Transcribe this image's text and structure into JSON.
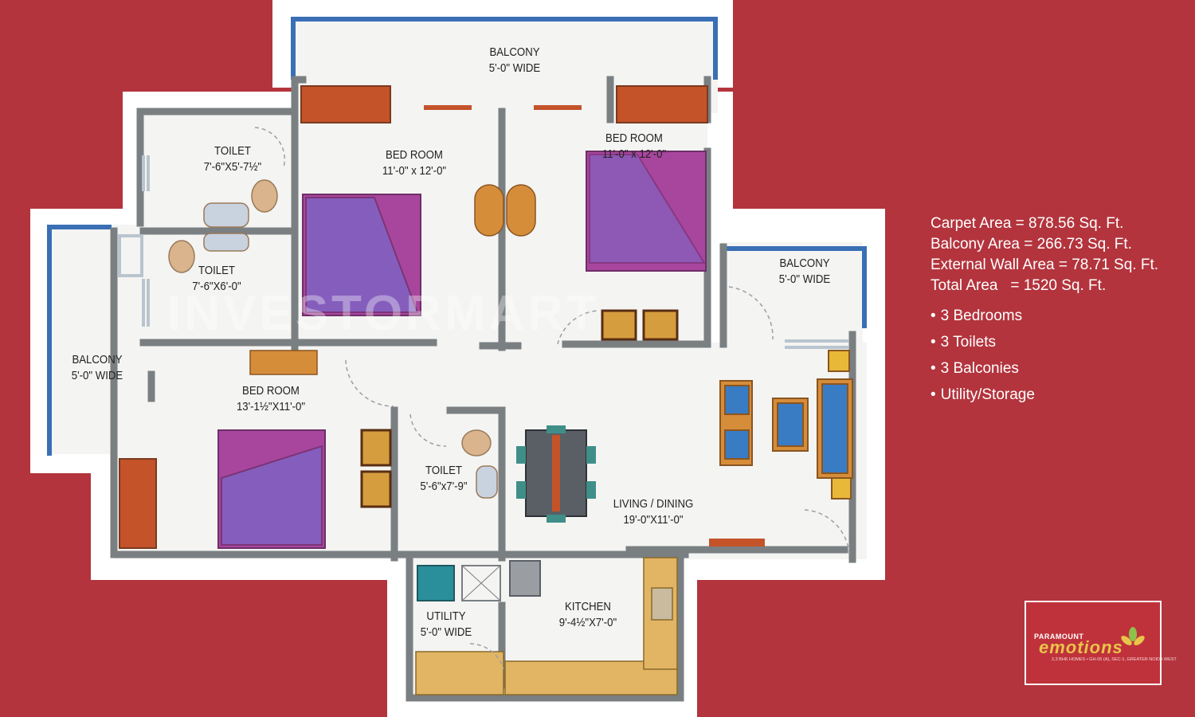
{
  "plan": {
    "rooms": [
      {
        "id": "balcony-top",
        "name": "BALCONY",
        "size": "5'-0\" WIDE"
      },
      {
        "id": "toilet-1",
        "name": "TOILET",
        "size": "7'-6\"X5'-7½\""
      },
      {
        "id": "bedroom-1",
        "name": "BED ROOM",
        "size": "11'-0\" x 12'-0\""
      },
      {
        "id": "bedroom-2",
        "name": "BED ROOM",
        "size": "11'-0\" x 12'-0\""
      },
      {
        "id": "toilet-2",
        "name": "TOILET",
        "size": "7'-6\"X6'-0\""
      },
      {
        "id": "balcony-right",
        "name": "BALCONY",
        "size": "5'-0\" WIDE"
      },
      {
        "id": "balcony-left",
        "name": "BALCONY",
        "size": "5'-0\" WIDE"
      },
      {
        "id": "bedroom-3",
        "name": "BED ROOM",
        "size": "13'-1½\"X11'-0\""
      },
      {
        "id": "toilet-3",
        "name": "TOILET",
        "size": "5'-6\"x7'-9\""
      },
      {
        "id": "living-dining",
        "name": "LIVING / DINING",
        "size": "19'-0\"X11'-0\""
      },
      {
        "id": "kitchen",
        "name": "KITCHEN",
        "size": "9'-4½\"X7'-0\""
      },
      {
        "id": "utility",
        "name": "UTILITY",
        "size": "5'-0\" WIDE"
      }
    ],
    "watermark": "INVESTORMART"
  },
  "info": {
    "areas": [
      "Carpet Area = 878.56 Sq. Ft.",
      "Balcony Area = 266.73 Sq. Ft.",
      "External Wall Area = 78.71 Sq. Ft.",
      "Total Area   = 1520 Sq. Ft."
    ],
    "features": [
      "3 Bedrooms",
      "3 Toilets",
      "3 Balconies",
      "Utility/Storage"
    ]
  },
  "logo": {
    "brand": "PARAMOUNT",
    "name": "emotions",
    "tagline": "2,3 BHK HOMES • GH-05 (A), SEC-1, GREATER NOIDA WEST"
  },
  "colors": {
    "background": "#b3343d",
    "wall": "#7a7f82",
    "floor": "#f4f4f2",
    "balcony_rail": "#3a6fb5",
    "bed": "#a8469e",
    "wardrobe": "#c4532a",
    "counter": "#e2b564"
  }
}
